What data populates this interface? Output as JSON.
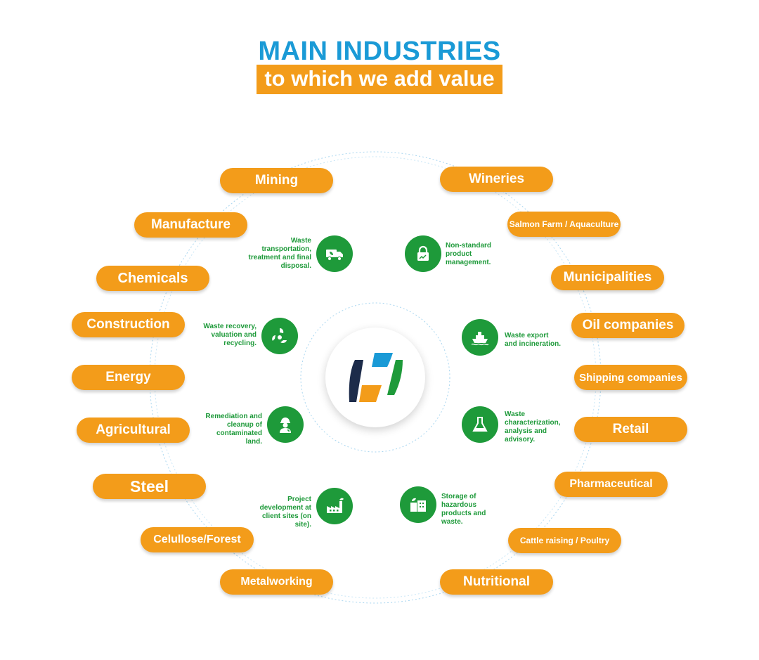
{
  "header": {
    "title": "MAIN INDUSTRIES",
    "subtitle": "to which we add value"
  },
  "colors": {
    "title_blue": "#1a9ad6",
    "accent_orange": "#f39c1a",
    "service_green": "#1e9a3a",
    "ring_blue": "#9fd1ee",
    "logo_navy": "#1c2b4a"
  },
  "industries": [
    "Mining",
    "Wineries",
    "Manufacture",
    "Salmon Farm / Aquaculture",
    "Chemicals",
    "Municipalities",
    "Construction",
    "Oil companies",
    "Energy",
    "Shipping companies",
    "Agricultural",
    "Retail",
    "Steel",
    "Pharmaceutical",
    "Celullose/Forest",
    "Cattle raising / Poultry",
    "Metalworking",
    "Nutritional"
  ],
  "services": [
    {
      "icon": "truck-icon",
      "text": "Waste transportation, treatment and final disposal."
    },
    {
      "icon": "lock-icon",
      "text": "Non-standard product management."
    },
    {
      "icon": "recycle-icon",
      "text": "Waste recovery, valuation and recycling."
    },
    {
      "icon": "ship-icon",
      "text": "Waste export and incineration."
    },
    {
      "icon": "worker-icon",
      "text": "Remediation and cleanup of contaminated land."
    },
    {
      "icon": "flask-icon",
      "text": "Waste characterization, analysis and advisory."
    },
    {
      "icon": "factory-icon",
      "text": "Project development at client sites (on site)."
    },
    {
      "icon": "storage-icon",
      "text": "Storage of hazardous products and waste."
    }
  ]
}
